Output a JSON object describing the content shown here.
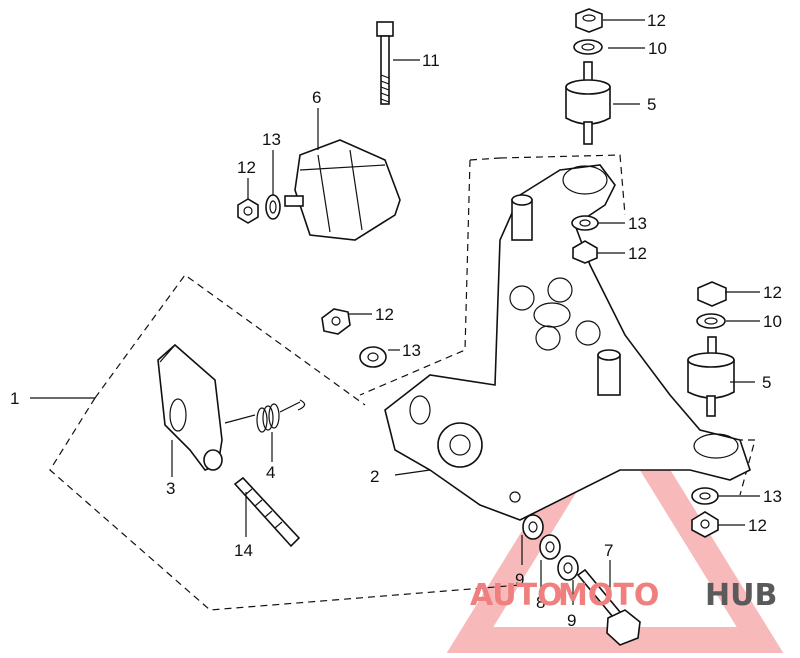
{
  "callouts": {
    "c1": "1",
    "c2": "2",
    "c3": "3",
    "c4": "4",
    "c5a": "5",
    "c5b": "5",
    "c6": "6",
    "c7": "7",
    "c8": "8",
    "c9a": "9",
    "c9b": "9",
    "c10a": "10",
    "c10b": "10",
    "c11": "11",
    "c12a": "12",
    "c12b": "12",
    "c12c": "12",
    "c12d": "12",
    "c12e": "12",
    "c12f": "12",
    "c13a": "13",
    "c13b": "13",
    "c13c": "13",
    "c13d": "13",
    "c14": "14"
  },
  "watermark": {
    "part1": "AUTO",
    "part2": "MOTO",
    "part3": "HUB"
  },
  "colors": {
    "line": "#111111",
    "watermark_red": "#f08080",
    "watermark_gray": "#5a5a5a",
    "background": "#ffffff"
  }
}
